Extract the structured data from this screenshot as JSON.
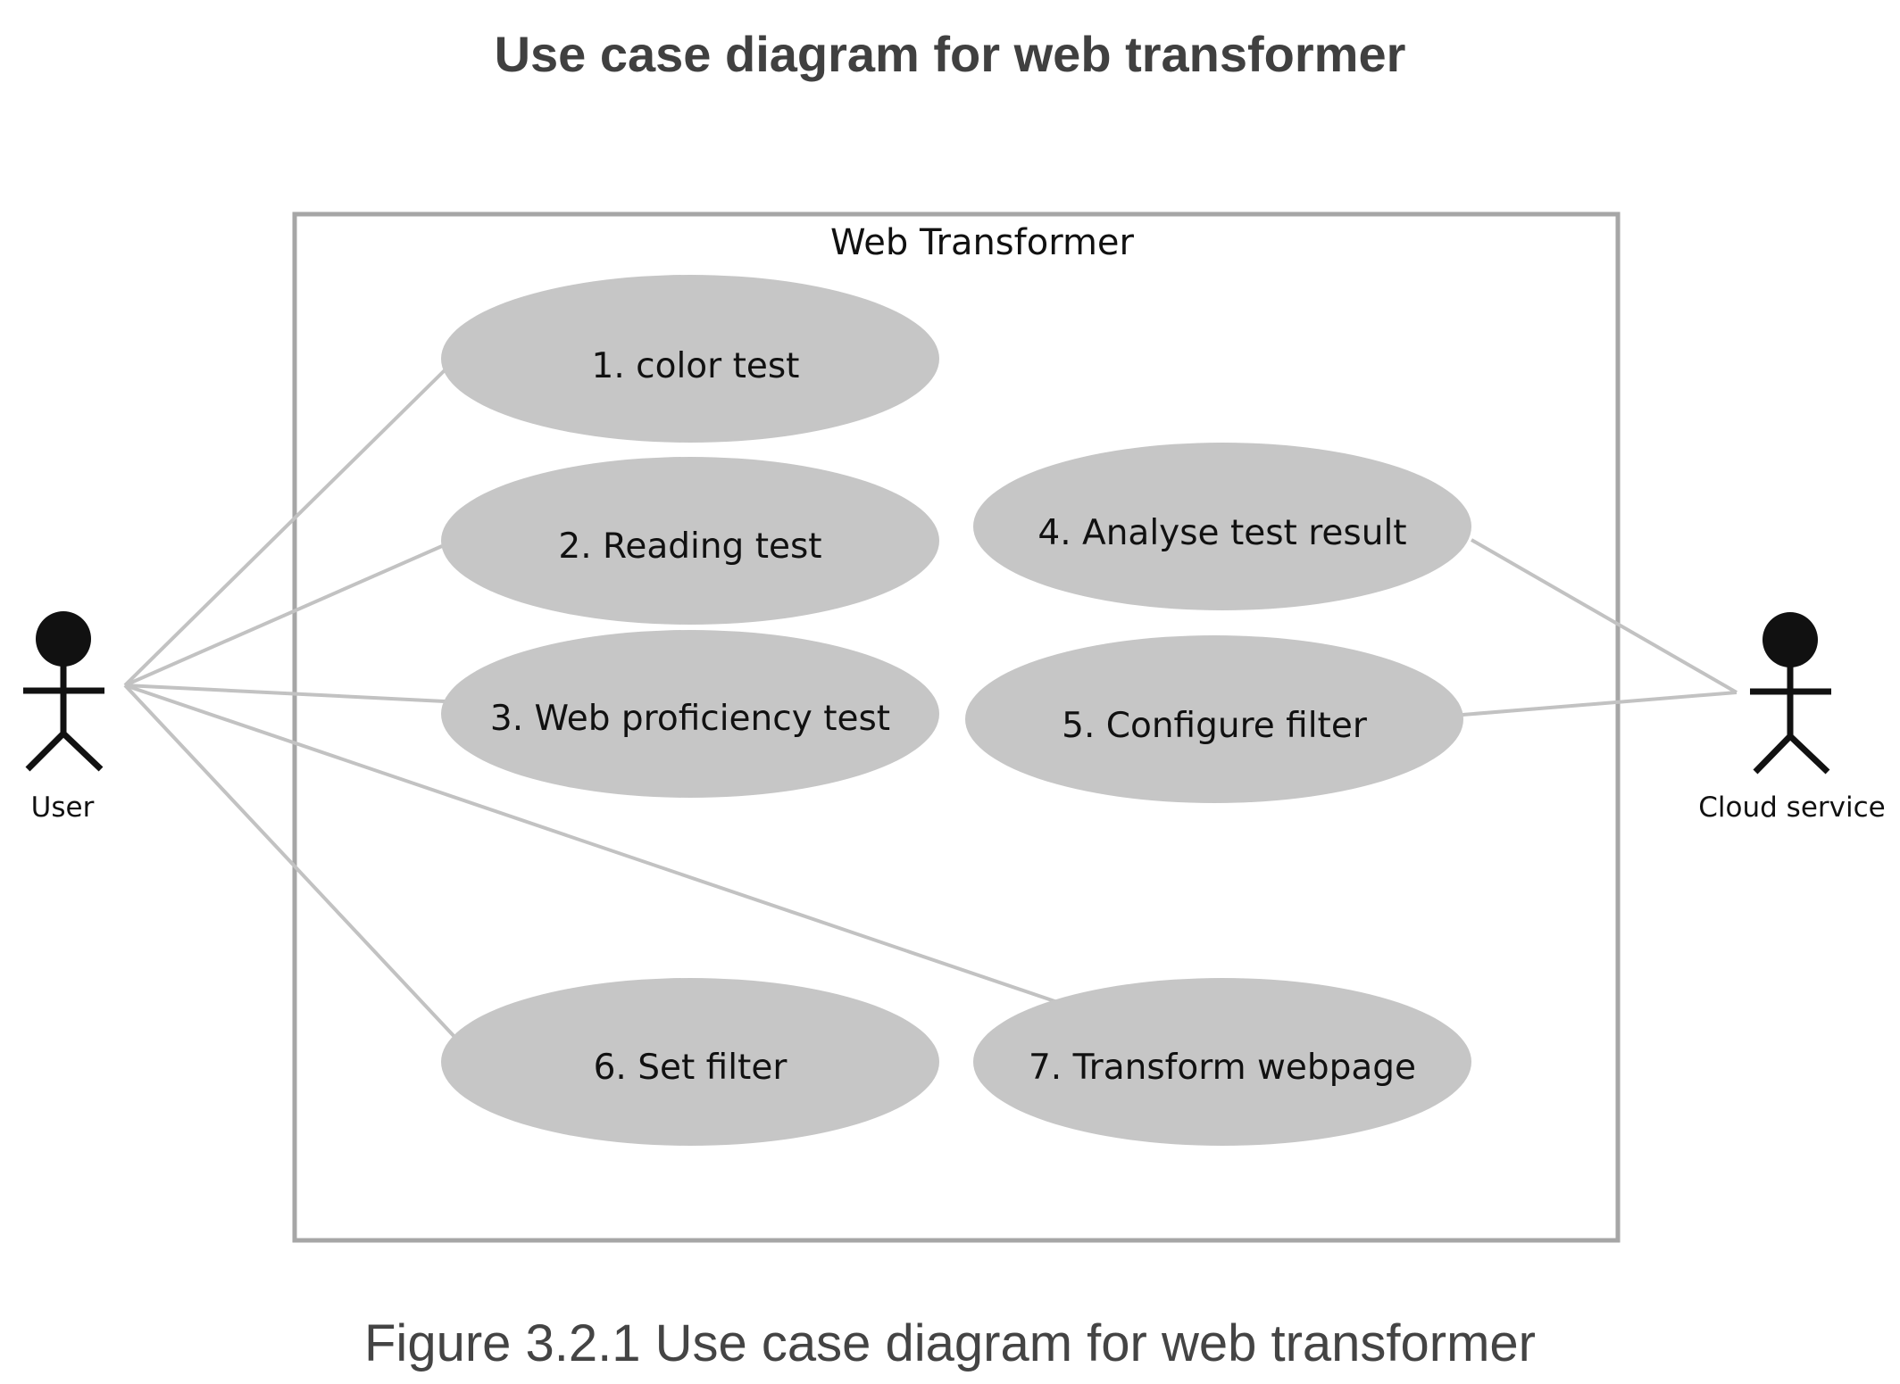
{
  "title": "Use case diagram for web transformer",
  "caption": "Figure 3.2.1 Use case diagram for web transformer",
  "system_boundary": {
    "label": "Web Transformer"
  },
  "actors": {
    "user": {
      "label": "User"
    },
    "cloud": {
      "label": "Cloud service"
    }
  },
  "use_cases": {
    "uc1": "1. color test",
    "uc2": "2. Reading test",
    "uc3": "3. Web proficiency test",
    "uc4": "4. Analyse test result",
    "uc5": "5. Configure filter",
    "uc6": "6. Set filter",
    "uc7": "7. Transform webpage"
  },
  "associations": [
    {
      "from": "User",
      "to": "1. color test"
    },
    {
      "from": "User",
      "to": "2. Reading test"
    },
    {
      "from": "User",
      "to": "3. Web proficiency test"
    },
    {
      "from": "User",
      "to": "6. Set filter"
    },
    {
      "from": "User",
      "to": "7. Transform webpage"
    },
    {
      "from": "Cloud service",
      "to": "4. Analyse test result"
    },
    {
      "from": "Cloud service",
      "to": "5. Configure filter"
    }
  ],
  "colors": {
    "ellipse_fill": "#c6c6c6",
    "association_line": "#c2c2c2",
    "boundary_stroke": "#a6a6a6",
    "actor": "#111111"
  }
}
